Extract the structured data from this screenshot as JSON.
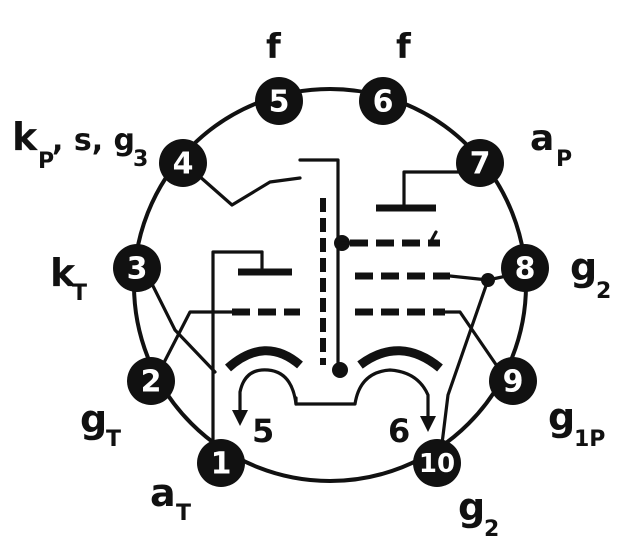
{
  "pins": [
    {
      "n": "1"
    },
    {
      "n": "2"
    },
    {
      "n": "3"
    },
    {
      "n": "4"
    },
    {
      "n": "5"
    },
    {
      "n": "6"
    },
    {
      "n": "7"
    },
    {
      "n": "8"
    },
    {
      "n": "9"
    },
    {
      "n": "10"
    }
  ],
  "labels": {
    "pin5": "f",
    "pin6": "f",
    "pin4_main": "k",
    "pin4_sub": "P",
    "pin4_rest": ", s, g",
    "pin4_sub3": "3",
    "pin3_main": "k",
    "pin3_sub": "T",
    "pin2_main": "g",
    "pin2_sub": "T",
    "pin1_main": "a",
    "pin1_sub": "T",
    "pin7_main": "a",
    "pin7_sub": "P",
    "pin8_main": "g",
    "pin8_sub": "2",
    "pin9_main": "g",
    "pin9_sub": "1P",
    "pin10_main": "g",
    "pin10_sub": "2",
    "heater_left": "5",
    "heater_right": "6"
  },
  "colors": {
    "ink": "#111111",
    "background": "#ffffff",
    "pin_text": "#ffffff"
  }
}
